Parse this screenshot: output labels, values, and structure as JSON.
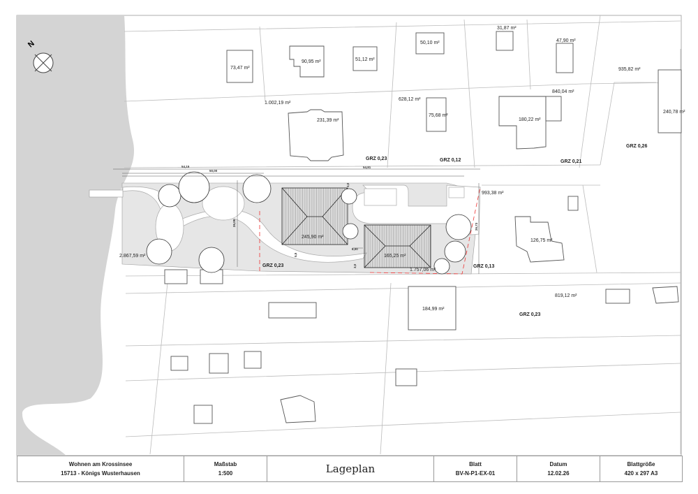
{
  "north_label": "N",
  "parcels": {
    "top_row": [
      "73,47 m²",
      "90,95 m²",
      "51,12 m²",
      "50,10 m²",
      "31,87 m²",
      "47,90 m²"
    ],
    "second_row": [
      "1.002,19 m²",
      "231,39 m²",
      "628,12 m²",
      "75,68 m²",
      "840,04 m²",
      "180,22 m²",
      "935,82 m²",
      "240,78 m²"
    ],
    "site": [
      "245,90 m²",
      "165,25 m²",
      "2.867,59 m²",
      "1.757,06 m²",
      "993,38 m²",
      "126,75 m²"
    ],
    "south": [
      "184,99 m²",
      "819,12 m²"
    ]
  },
  "grz": [
    "GRZ 0,23",
    "GRZ 0,12",
    "GRZ 0,21",
    "GRZ 0,26",
    "GRZ 0,23",
    "GRZ 0,13",
    "GRZ 0,23"
  ],
  "dims": [
    "54,15",
    "50,00",
    "54,81",
    "26,08",
    "3,0",
    "8,00",
    "5,5",
    "3,0",
    "26,73"
  ],
  "titleblock": {
    "project_line1": "Wohnen am Krossinsee",
    "project_line2": "15713 - Königs Wusterhausen",
    "scale_label": "Maßstab",
    "scale_value": "1:500",
    "title": "Lageplan",
    "sheet_label": "Blatt",
    "sheet_value": "BV-N-P1-EX-01",
    "date_label": "Datum",
    "date_value": "12.02.26",
    "size_label": "Blattgröße",
    "size_value": "420 x 297 A3"
  }
}
